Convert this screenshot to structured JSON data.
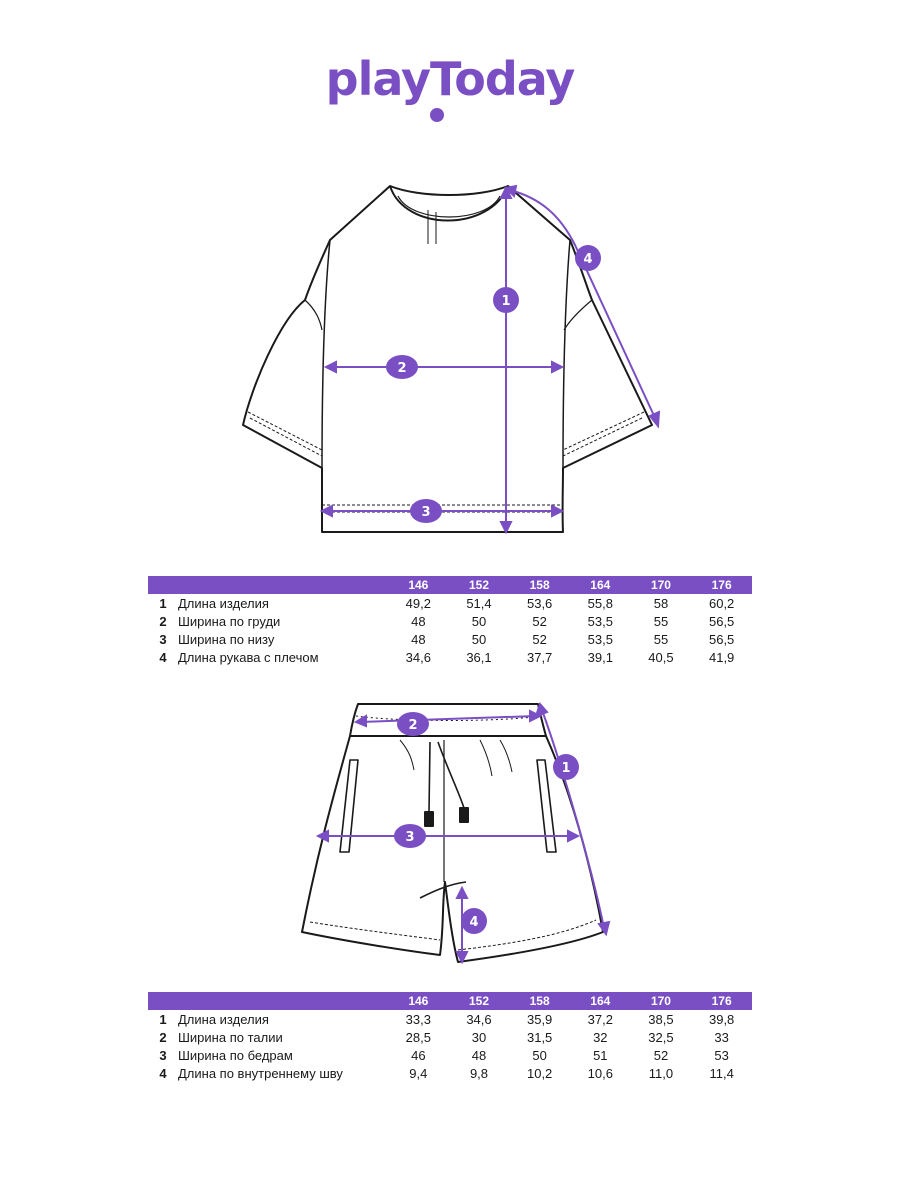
{
  "brand": {
    "logo_text": "playToday",
    "color": "#7b4fc4"
  },
  "tshirt": {
    "markers": [
      "1",
      "2",
      "3",
      "4"
    ],
    "sizes": [
      "146",
      "152",
      "158",
      "164",
      "170",
      "176"
    ],
    "rows": [
      {
        "num": "1",
        "name": "Длина изделия",
        "values": [
          "49,2",
          "51,4",
          "53,6",
          "55,8",
          "58",
          "60,2"
        ]
      },
      {
        "num": "2",
        "name": "Ширина по груди",
        "values": [
          "48",
          "50",
          "52",
          "53,5",
          "55",
          "56,5"
        ]
      },
      {
        "num": "3",
        "name": "Ширина по низу",
        "values": [
          "48",
          "50",
          "52",
          "53,5",
          "55",
          "56,5"
        ]
      },
      {
        "num": "4",
        "name": "Длина рукава с плечом",
        "values": [
          "34,6",
          "36,1",
          "37,7",
          "39,1",
          "40,5",
          "41,9"
        ]
      }
    ]
  },
  "shorts": {
    "markers": [
      "1",
      "2",
      "3",
      "4"
    ],
    "sizes": [
      "146",
      "152",
      "158",
      "164",
      "170",
      "176"
    ],
    "rows": [
      {
        "num": "1",
        "name": "Длина изделия",
        "values": [
          "33,3",
          "34,6",
          "35,9",
          "37,2",
          "38,5",
          "39,8"
        ]
      },
      {
        "num": "2",
        "name": "Ширина по талии",
        "values": [
          "28,5",
          "30",
          "31,5",
          "32",
          "32,5",
          "33"
        ]
      },
      {
        "num": "3",
        "name": "Ширина по бедрам",
        "values": [
          "46",
          "48",
          "50",
          "51",
          "52",
          "53"
        ]
      },
      {
        "num": "4",
        "name": "Длина по внутреннему шву",
        "values": [
          "9,4",
          "9,8",
          "10,2",
          "10,6",
          "11,0",
          "11,4"
        ]
      }
    ]
  }
}
